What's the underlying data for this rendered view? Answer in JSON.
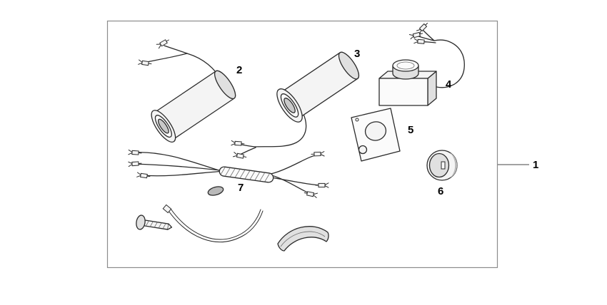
{
  "diagram": {
    "labels": {
      "kit": "1",
      "grip_left": "2",
      "grip_right": "3",
      "control_unit": "4",
      "bracket_plate": "5",
      "knob": "6",
      "sub_harness": "7"
    }
  }
}
